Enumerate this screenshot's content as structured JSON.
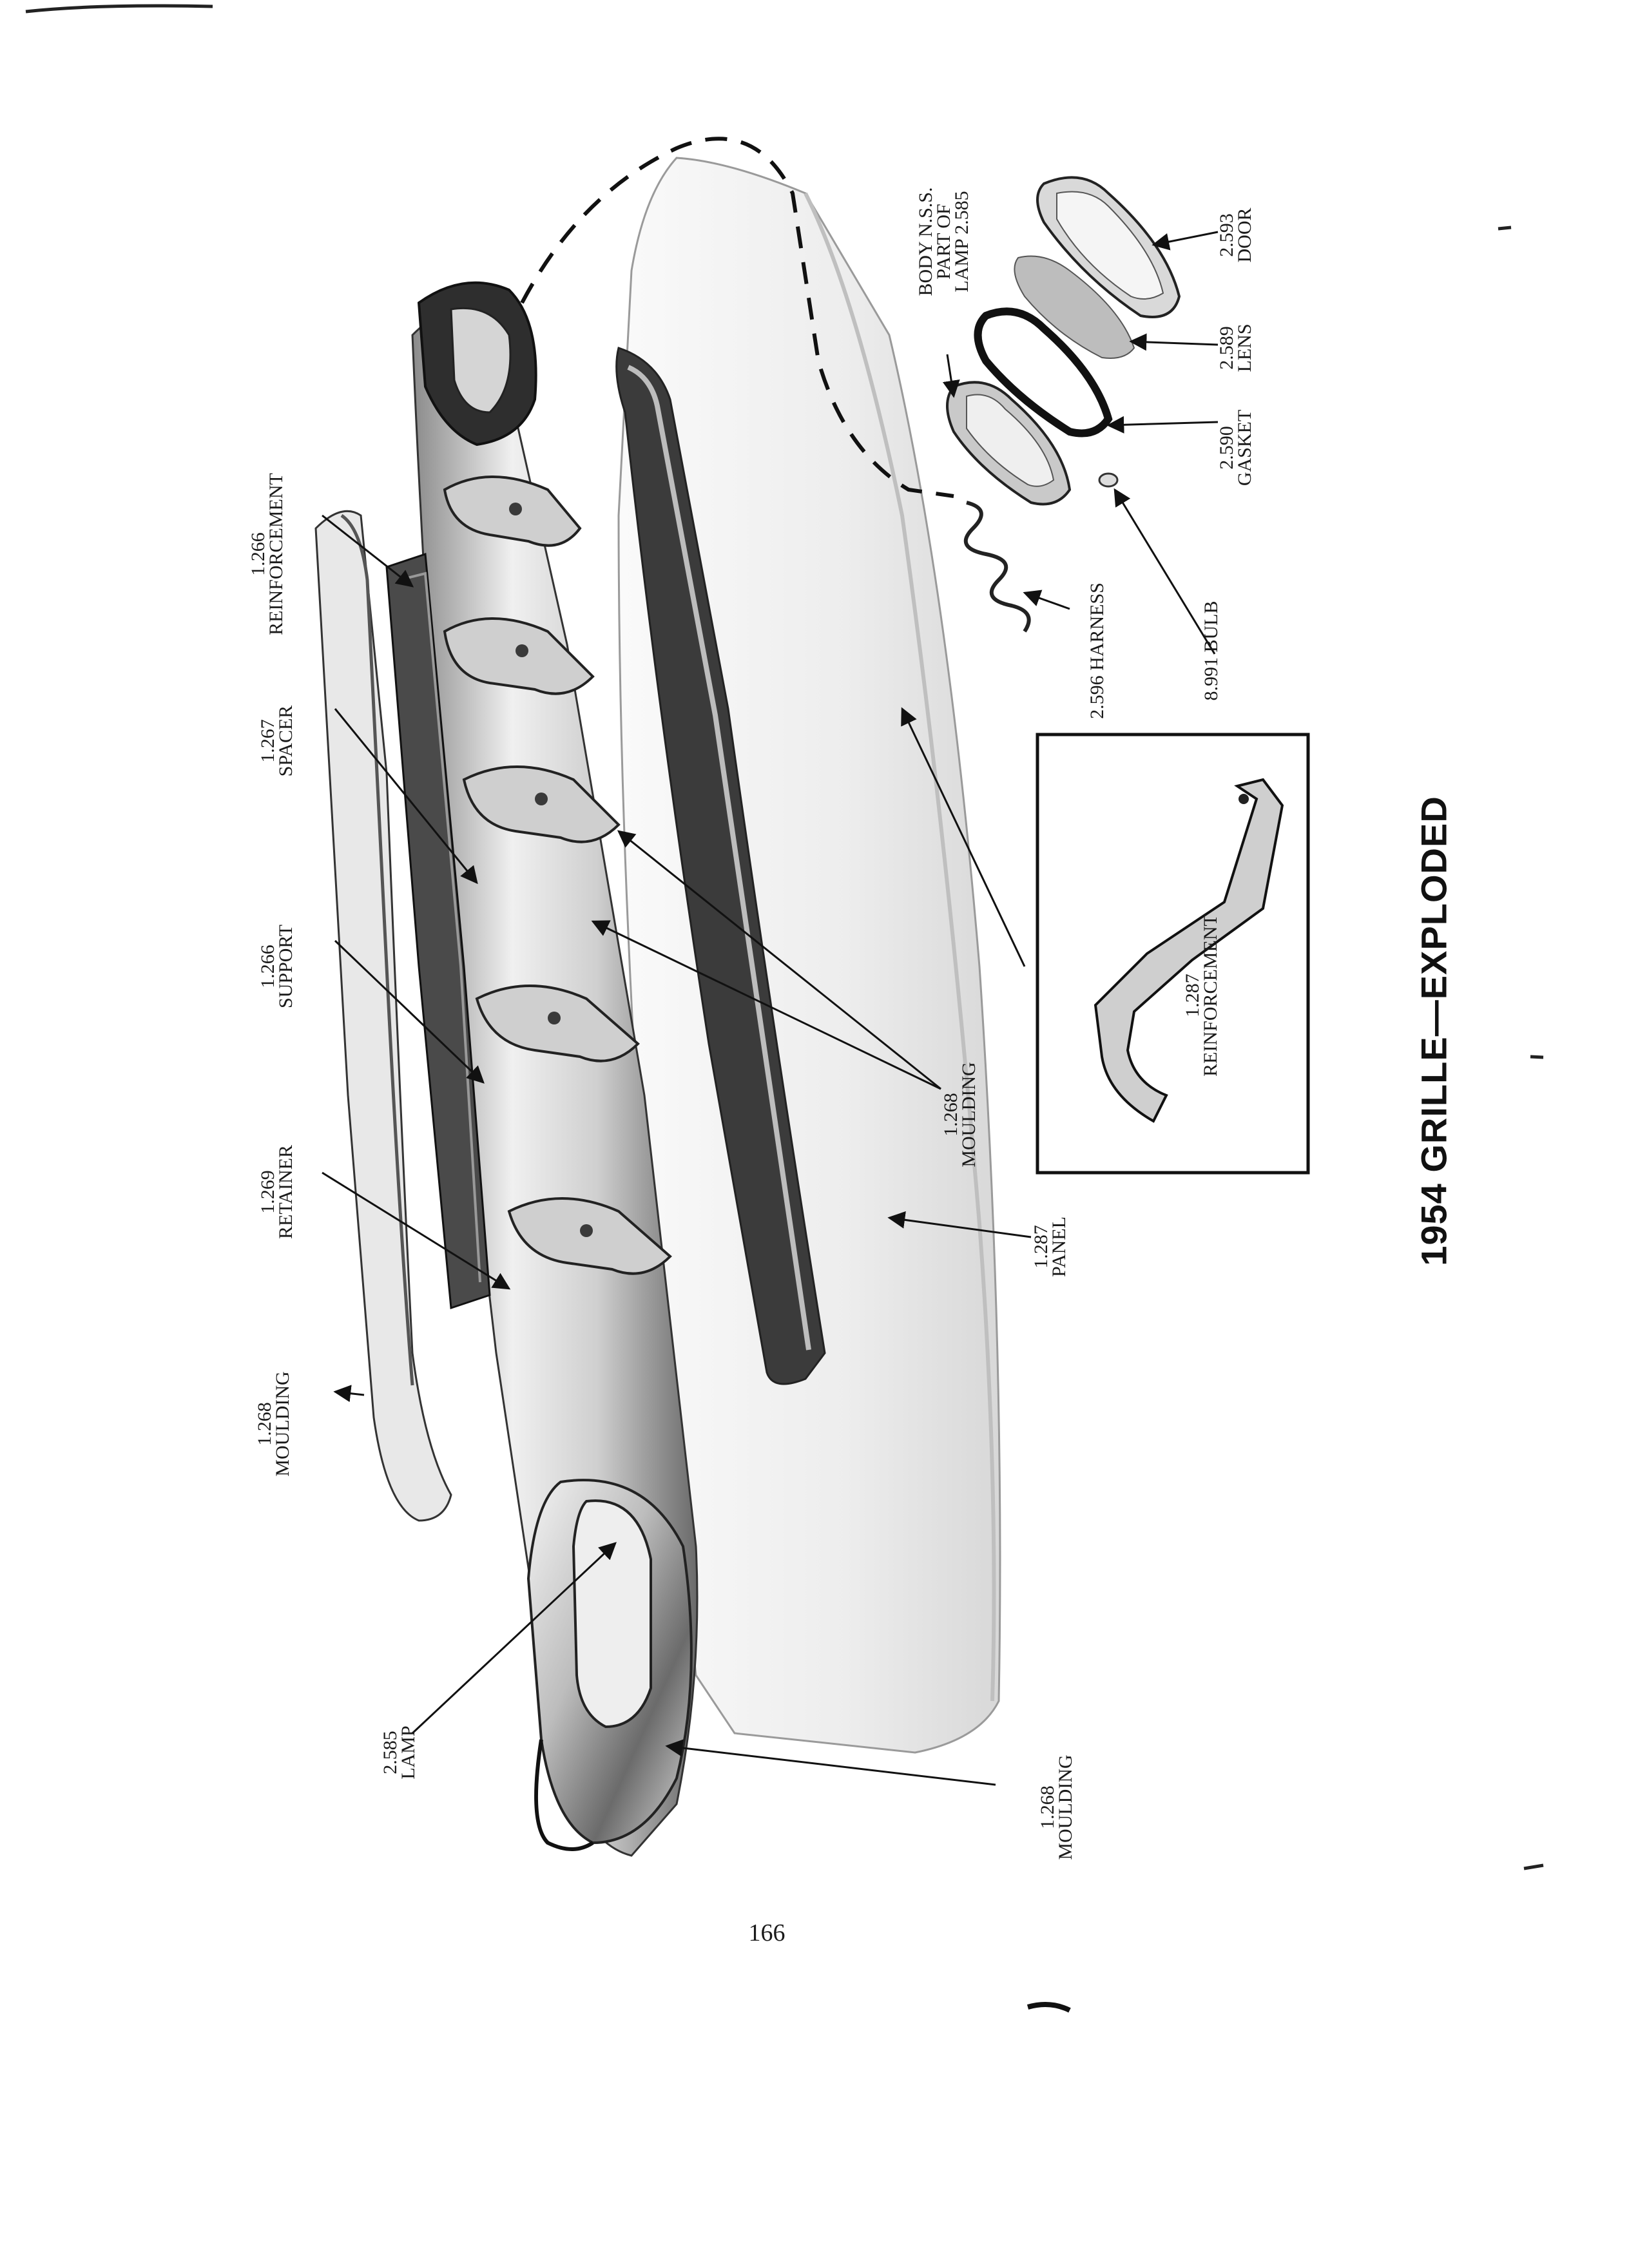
{
  "title": "1954 GRILLE—EXPLODED",
  "page_number": "166",
  "labels": {
    "reinforcement_1266": {
      "num": "1.266",
      "txt": "REINFORCEMENT"
    },
    "spacer": {
      "num": "1.267",
      "txt": "SPACER"
    },
    "support": {
      "num": "1.266",
      "txt": "SUPPORT"
    },
    "retainer": {
      "num": "1.269",
      "txt": "RETAINER"
    },
    "moulding_left": {
      "num": "1.268",
      "txt": "MOULDING"
    },
    "lamp": {
      "num": "2.585",
      "txt": "LAMP"
    },
    "moulding_center": {
      "num": "1.268",
      "txt": "MOULDING"
    },
    "panel": {
      "num": "1.287",
      "txt": "PANEL"
    },
    "moulding_bottom": {
      "num": "1.268",
      "txt": "MOULDING"
    },
    "reinforcement_1287": {
      "num": "1.287",
      "txt": "REINFORCEMENT"
    },
    "body_nss": {
      "l1": "BODY N.S.S.",
      "l2": "PART OF",
      "l3": "LAMP 2.585"
    },
    "door": {
      "num": "2.593",
      "txt": "DOOR"
    },
    "lens": {
      "num": "2.589",
      "txt": "LENS"
    },
    "gasket": {
      "num": "2.590",
      "txt": "GASKET"
    },
    "harness": {
      "txt": "2.596 HARNESS"
    },
    "bulb": {
      "txt": "8.991 BULB"
    }
  }
}
